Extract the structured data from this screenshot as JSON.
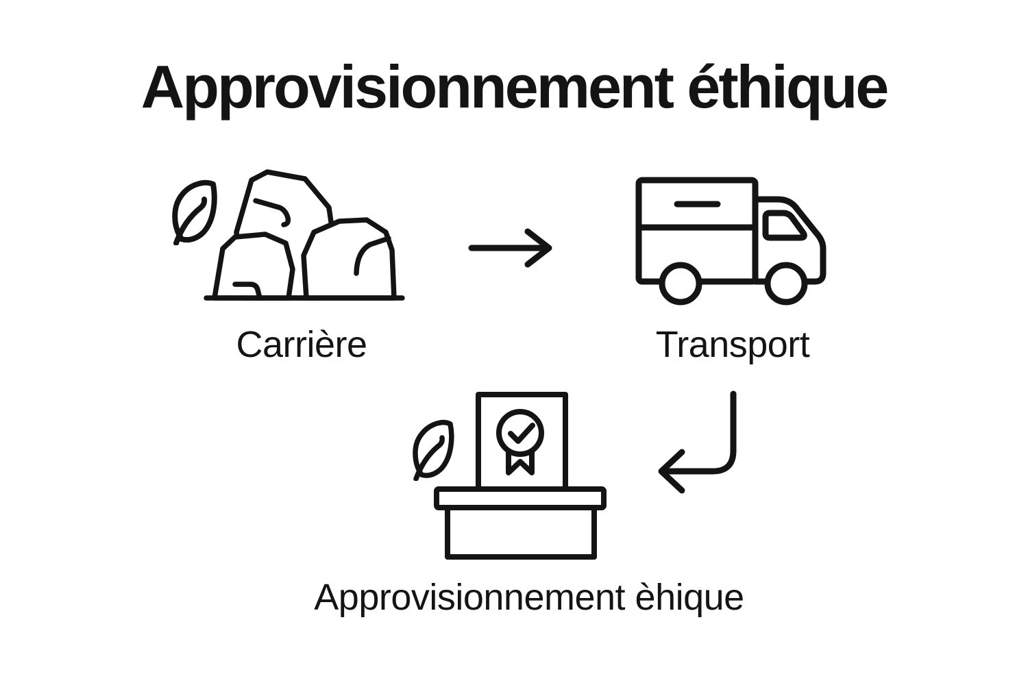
{
  "title": "Approvisionnement éthique",
  "flow": {
    "step1": {
      "label": "Carrière",
      "icon": "quarry-rocks-icon",
      "decoration": "leaf-icon"
    },
    "step2": {
      "label": "Transport",
      "icon": "truck-icon"
    },
    "step3": {
      "label": "Approvisionnement èhique",
      "icon": "certificate-podium-icon",
      "decoration": "leaf-icon"
    }
  },
  "connectors": [
    {
      "type": "arrow-right",
      "from": "Carrière",
      "to": "Transport"
    },
    {
      "type": "arrow-elbow-down-left",
      "from": "Transport",
      "to": "Approvisionnement èhique"
    }
  ],
  "colors": {
    "background": "#ffffff",
    "line": "#141414",
    "text": "#141414"
  }
}
